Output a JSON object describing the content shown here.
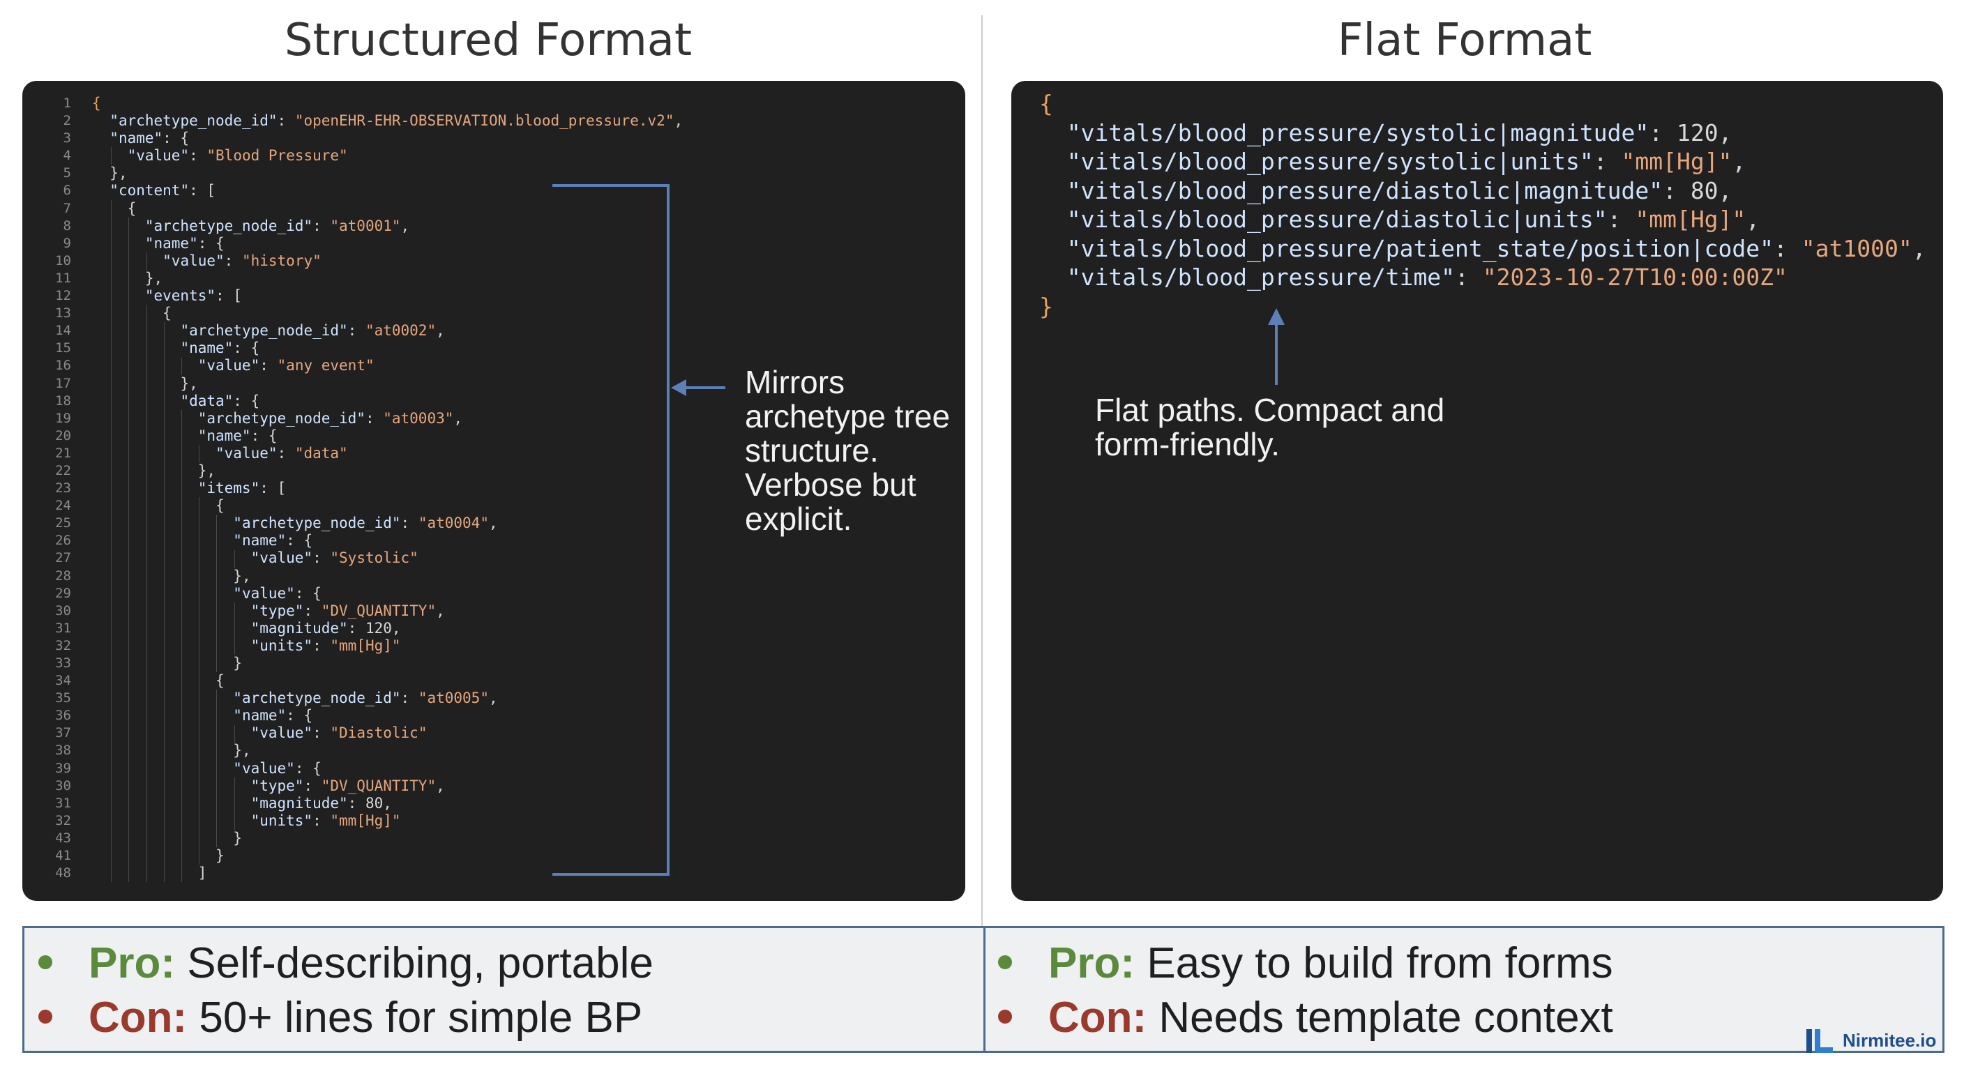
{
  "left": {
    "title": "Structured Format",
    "gutter": [
      "1",
      "2",
      "3",
      "4",
      "5",
      "6",
      "7",
      "8",
      "9",
      "10",
      "11",
      "12",
      "13",
      "14",
      "15",
      "16",
      "17",
      "18",
      "19",
      "20",
      "21",
      "22",
      "23",
      "24",
      "25",
      "26",
      "27",
      "28",
      "29",
      "30",
      "31",
      "32",
      "33",
      "34",
      "35",
      "36",
      "37",
      "38",
      "39",
      "30",
      "31",
      "32",
      "43",
      "41",
      "48"
    ],
    "code": [
      {
        "indent": 0,
        "parts": [
          [
            "b",
            "{"
          ]
        ]
      },
      {
        "indent": 1,
        "parts": [
          [
            "k",
            "\"archetype_node_id\""
          ],
          [
            "p",
            ": "
          ],
          [
            "s",
            "\"openEHR-EHR-OBSERVATION.blood_pressure.v2\""
          ],
          [
            "p",
            ","
          ]
        ]
      },
      {
        "indent": 1,
        "parts": [
          [
            "k",
            "\"name\""
          ],
          [
            "p",
            ": {"
          ]
        ]
      },
      {
        "indent": 2,
        "parts": [
          [
            "k",
            "\"value\""
          ],
          [
            "p",
            ": "
          ],
          [
            "s",
            "\"Blood Pressure\""
          ]
        ]
      },
      {
        "indent": 1,
        "parts": [
          [
            "p",
            "},"
          ]
        ]
      },
      {
        "indent": 1,
        "parts": [
          [
            "k",
            "\"content\""
          ],
          [
            "p",
            ": ["
          ]
        ]
      },
      {
        "indent": 2,
        "parts": [
          [
            "p",
            "{"
          ]
        ]
      },
      {
        "indent": 3,
        "parts": [
          [
            "k",
            "\"archetype_node_id\""
          ],
          [
            "p",
            ": "
          ],
          [
            "s",
            "\"at0001\""
          ],
          [
            "p",
            ","
          ]
        ]
      },
      {
        "indent": 3,
        "parts": [
          [
            "k",
            "\"name\""
          ],
          [
            "p",
            ": {"
          ]
        ]
      },
      {
        "indent": 4,
        "parts": [
          [
            "k",
            "\"value\""
          ],
          [
            "p",
            ": "
          ],
          [
            "s",
            "\"history\""
          ]
        ]
      },
      {
        "indent": 3,
        "parts": [
          [
            "p",
            "},"
          ]
        ]
      },
      {
        "indent": 3,
        "parts": [
          [
            "k",
            "\"events\""
          ],
          [
            "p",
            ": ["
          ]
        ]
      },
      {
        "indent": 4,
        "parts": [
          [
            "p",
            "{"
          ]
        ]
      },
      {
        "indent": 5,
        "parts": [
          [
            "k",
            "\"archetype_node_id\""
          ],
          [
            "p",
            ": "
          ],
          [
            "s",
            "\"at0002\""
          ],
          [
            "p",
            ","
          ]
        ]
      },
      {
        "indent": 5,
        "parts": [
          [
            "k",
            "\"name\""
          ],
          [
            "p",
            ": {"
          ]
        ]
      },
      {
        "indent": 6,
        "parts": [
          [
            "k",
            "\"value\""
          ],
          [
            "p",
            ": "
          ],
          [
            "s",
            "\"any event\""
          ]
        ]
      },
      {
        "indent": 5,
        "parts": [
          [
            "p",
            "},"
          ]
        ]
      },
      {
        "indent": 5,
        "parts": [
          [
            "k",
            "\"data\""
          ],
          [
            "p",
            ": {"
          ]
        ]
      },
      {
        "indent": 6,
        "parts": [
          [
            "k",
            "\"archetype_node_id\""
          ],
          [
            "p",
            ": "
          ],
          [
            "s",
            "\"at0003\""
          ],
          [
            "p",
            ","
          ]
        ]
      },
      {
        "indent": 6,
        "parts": [
          [
            "k",
            "\"name\""
          ],
          [
            "p",
            ": {"
          ]
        ]
      },
      {
        "indent": 7,
        "parts": [
          [
            "k",
            "\"value\""
          ],
          [
            "p",
            ": "
          ],
          [
            "s",
            "\"data\""
          ]
        ]
      },
      {
        "indent": 6,
        "parts": [
          [
            "p",
            "},"
          ]
        ]
      },
      {
        "indent": 6,
        "parts": [
          [
            "k",
            "\"items\""
          ],
          [
            "p",
            ": ["
          ]
        ]
      },
      {
        "indent": 7,
        "parts": [
          [
            "p",
            "{"
          ]
        ]
      },
      {
        "indent": 8,
        "parts": [
          [
            "k",
            "\"archetype_node_id\""
          ],
          [
            "p",
            ": "
          ],
          [
            "s",
            "\"at0004\""
          ],
          [
            "p",
            ","
          ]
        ]
      },
      {
        "indent": 8,
        "parts": [
          [
            "k",
            "\"name\""
          ],
          [
            "p",
            ": {"
          ]
        ]
      },
      {
        "indent": 9,
        "parts": [
          [
            "k",
            "\"value\""
          ],
          [
            "p",
            ": "
          ],
          [
            "s",
            "\"Systolic\""
          ]
        ]
      },
      {
        "indent": 8,
        "parts": [
          [
            "p",
            "},"
          ]
        ]
      },
      {
        "indent": 8,
        "parts": [
          [
            "k",
            "\"value\""
          ],
          [
            "p",
            ": {"
          ]
        ]
      },
      {
        "indent": 9,
        "parts": [
          [
            "k",
            "\"type\""
          ],
          [
            "p",
            ": "
          ],
          [
            "s",
            "\"DV_QUANTITY\""
          ],
          [
            "p",
            ","
          ]
        ]
      },
      {
        "indent": 9,
        "parts": [
          [
            "k",
            "\"magnitude\""
          ],
          [
            "p",
            ": "
          ],
          [
            "n",
            "120"
          ],
          [
            "p",
            ","
          ]
        ]
      },
      {
        "indent": 9,
        "parts": [
          [
            "k",
            "\"units\""
          ],
          [
            "p",
            ": "
          ],
          [
            "s",
            "\"mm[Hg]\""
          ]
        ]
      },
      {
        "indent": 8,
        "parts": [
          [
            "p",
            "}"
          ]
        ]
      },
      {
        "indent": 7,
        "parts": [
          [
            "p",
            "{"
          ]
        ]
      },
      {
        "indent": 8,
        "parts": [
          [
            "k",
            "\"archetype_node_id\""
          ],
          [
            "p",
            ": "
          ],
          [
            "s",
            "\"at0005\""
          ],
          [
            "p",
            ","
          ]
        ]
      },
      {
        "indent": 8,
        "parts": [
          [
            "k",
            "\"name\""
          ],
          [
            "p",
            ": {"
          ]
        ]
      },
      {
        "indent": 9,
        "parts": [
          [
            "k",
            "\"value\""
          ],
          [
            "p",
            ": "
          ],
          [
            "s",
            "\"Diastolic\""
          ]
        ]
      },
      {
        "indent": 8,
        "parts": [
          [
            "p",
            "},"
          ]
        ]
      },
      {
        "indent": 8,
        "parts": [
          [
            "k",
            "\"value\""
          ],
          [
            "p",
            ": {"
          ]
        ]
      },
      {
        "indent": 9,
        "parts": [
          [
            "k",
            "\"type\""
          ],
          [
            "p",
            ": "
          ],
          [
            "s",
            "\"DV_QUANTITY\""
          ],
          [
            "p",
            ","
          ]
        ]
      },
      {
        "indent": 9,
        "parts": [
          [
            "k",
            "\"magnitude\""
          ],
          [
            "p",
            ": "
          ],
          [
            "n",
            "80"
          ],
          [
            "p",
            ","
          ]
        ]
      },
      {
        "indent": 9,
        "parts": [
          [
            "k",
            "\"units\""
          ],
          [
            "p",
            ": "
          ],
          [
            "s",
            "\"mm[Hg]\""
          ]
        ]
      },
      {
        "indent": 8,
        "parts": [
          [
            "p",
            "}"
          ]
        ]
      },
      {
        "indent": 7,
        "parts": [
          [
            "p",
            "}"
          ]
        ]
      },
      {
        "indent": 6,
        "parts": [
          [
            "p",
            "]"
          ]
        ]
      }
    ],
    "note": "Mirrors archetype tree structure. Verbose but explicit.",
    "pro_label": "Pro:",
    "pro_text": "Self-describing, portable",
    "con_label": "Con:",
    "con_text": "50+ lines for simple BP"
  },
  "right": {
    "title": "Flat Format",
    "code": [
      {
        "indent": 0,
        "parts": [
          [
            "b",
            "{"
          ]
        ]
      },
      {
        "indent": 1,
        "parts": [
          [
            "k",
            "\"vitals/blood_pressure/systolic|magnitude\""
          ],
          [
            "p",
            ": "
          ],
          [
            "n",
            "120"
          ],
          [
            "p",
            ","
          ]
        ]
      },
      {
        "indent": 1,
        "parts": [
          [
            "k",
            "\"vitals/blood_pressure/systolic|units\""
          ],
          [
            "p",
            ": "
          ],
          [
            "s",
            "\"mm[Hg]\""
          ],
          [
            "p",
            ","
          ]
        ]
      },
      {
        "indent": 1,
        "parts": [
          [
            "k",
            "\"vitals/blood_pressure/diastolic|magnitude\""
          ],
          [
            "p",
            ": "
          ],
          [
            "n",
            "80"
          ],
          [
            "p",
            ","
          ]
        ]
      },
      {
        "indent": 1,
        "parts": [
          [
            "k",
            "\"vitals/blood_pressure/diastolic|units\""
          ],
          [
            "p",
            ": "
          ],
          [
            "s",
            "\"mm[Hg]\""
          ],
          [
            "p",
            ","
          ]
        ]
      },
      {
        "indent": 1,
        "parts": [
          [
            "k",
            "\"vitals/blood_pressure/patient_state/position|code\""
          ],
          [
            "p",
            ": "
          ],
          [
            "s",
            "\"at1000\""
          ],
          [
            "p",
            ","
          ]
        ]
      },
      {
        "indent": 1,
        "parts": [
          [
            "k",
            "\"vitals/blood_pressure/time\""
          ],
          [
            "p",
            ": "
          ],
          [
            "s",
            "\"2023-10-27T10:00:00Z\""
          ]
        ]
      },
      {
        "indent": 0,
        "parts": [
          [
            "b",
            "}"
          ]
        ]
      }
    ],
    "note": "Flat paths. Compact and form-friendly.",
    "pro_label": "Pro:",
    "pro_text": "Easy to build from forms",
    "con_label": "Con:",
    "con_text": "Needs template context"
  },
  "brand": "Nirmitee.io",
  "colors": {
    "panel_bg": "#202020",
    "key": "#cfe3ff",
    "string": "#e6a77e",
    "accent_blue": "#4d6b8c",
    "pro_green": "#5b8a3c",
    "con_red": "#9a3a2c"
  },
  "icons": [
    "bullet-dot-icon",
    "arrow-left-icon",
    "arrow-up-icon",
    "nirmitee-logo-icon"
  ]
}
